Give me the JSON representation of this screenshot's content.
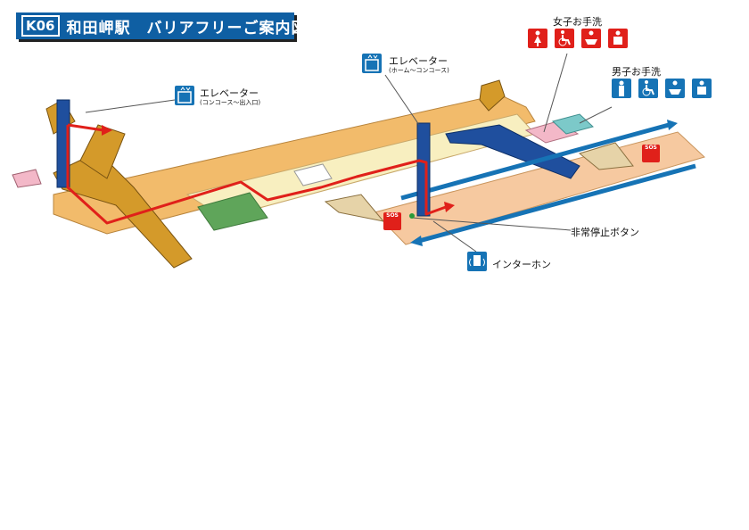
{
  "header": {
    "code": "K06",
    "station": "和田岬駅",
    "subtitle": "バリアフリーご案内図"
  },
  "labels": {
    "elevator_concourse_exit": "エレベーター",
    "elevator_concourse_exit_sub": "(コンコース～出入口)",
    "elevator_home_concourse": "エレベーター",
    "elevator_home_concourse_sub": "(ホーム～コンコース)",
    "womens_restroom": "女子お手洗",
    "mens_restroom": "男子お手洗",
    "emergency_stop_button": "非常停止ボタン",
    "intercom": "インターホン",
    "sos": "SOS"
  },
  "colors": {
    "title_blue": "#0f5fa3",
    "icon_blue": "#1673b5",
    "icon_red": "#e0201a",
    "concourse_orange": "#f2bb6b",
    "concourse_cream": "#f8efc0",
    "platform_salmon": "#f6c9a0",
    "stair_brown": "#d49a2a",
    "route_red": "#e0201a",
    "track_blue": "#1673b5",
    "toilet_pink": "#f3b8c8",
    "toilet_teal": "#7cc9c9",
    "green_area": "#5fa55a"
  },
  "icons": {
    "elevator": "elevator-icon",
    "intercom": "intercom-icon",
    "sos": "sos-button-icon",
    "women": "women-icon",
    "men": "men-icon",
    "wheelchair": "wheelchair-icon",
    "baby": "baby-changing-icon",
    "ostomate": "ostomate-icon"
  }
}
